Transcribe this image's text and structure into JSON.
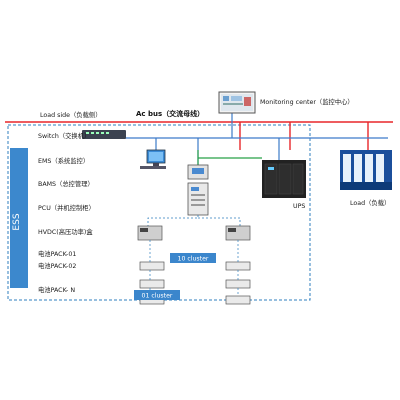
{
  "labels": {
    "load_side": "Load side（负载侧）",
    "ac_bus": "Ac bus（交流母线）",
    "monitoring_center": "Monitoring center（监控中心）",
    "switch": "Switch（交换机）",
    "ess": "ESS",
    "ems": "EMS（系统监控）",
    "bams": "BAMS（总控管理）",
    "pcu": "PCU（并机控制柜）",
    "hvdc": "HVDC(高压功率)盒",
    "pack_01": "电池PACK-01",
    "pack_02": "电池PACK-02",
    "pack_n": "电池PACK- N",
    "ups": "UPS",
    "load": "Load（负载）",
    "cluster_10": "10 cluster",
    "cluster_01": "01 cluster"
  },
  "colors": {
    "ac_bus": "#e8262a",
    "network": "#3d7bc9",
    "control": "#27a047",
    "ess_border": "#2f7fbf",
    "ess_label_bg": "#3c88cd",
    "cluster_tag_bg": "#3b86cc"
  },
  "icons": [
    "monitor-screen-icon",
    "network-switch-icon",
    "workstation-icon",
    "control-cabinet-icon",
    "ups-cabinet-icon",
    "data-center-icon",
    "battery-module-icon"
  ]
}
